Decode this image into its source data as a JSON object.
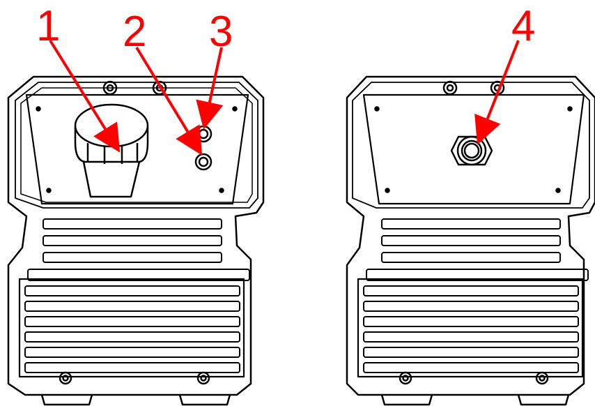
{
  "figure": {
    "line_color": "#000000",
    "callout_color": "#ff0000",
    "background": "#ffffff",
    "views": [
      {
        "name": "front-view",
        "components": [
          "knob",
          "socket-upper",
          "socket-lower"
        ]
      },
      {
        "name": "rear-view",
        "components": [
          "cable-gland"
        ]
      }
    ]
  },
  "callouts": {
    "c1": {
      "label": "1",
      "points_to": "knob"
    },
    "c2": {
      "label": "2",
      "points_to": "socket-lower"
    },
    "c3": {
      "label": "3",
      "points_to": "socket-upper"
    },
    "c4": {
      "label": "4",
      "points_to": "cable-gland"
    }
  }
}
